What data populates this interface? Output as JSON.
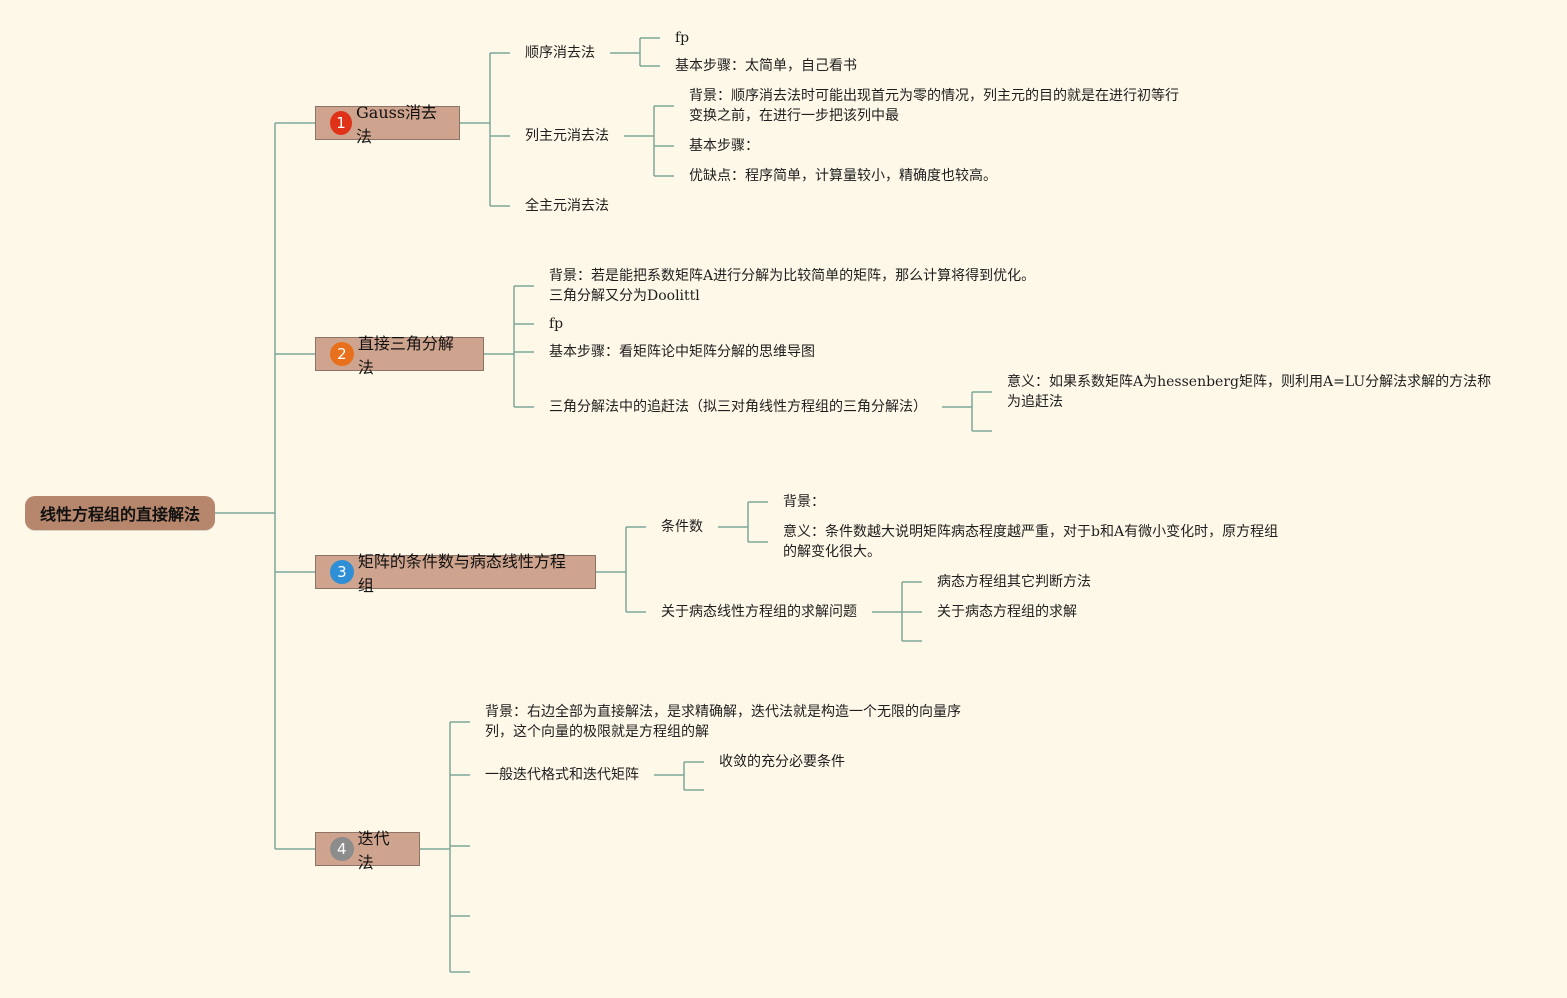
{
  "root": {
    "label": "线性方程组的直接解法"
  },
  "colors": {
    "root_fill": "#b7876d",
    "main_fill": "#cfa48e",
    "line": "#7fa79a",
    "badge1": "#e03218",
    "badge2": "#e8701c",
    "badge3": "#2f8fd6",
    "badge4": "#8c8c8c"
  },
  "branches": {
    "gauss": {
      "badge": "1",
      "label": "Gauss消去法",
      "seq": {
        "label": "顺序消去法",
        "fp": "fp",
        "steps": "基本步骤：太简单，自己看书"
      },
      "pivot": {
        "label": "列主元消去法",
        "background": "背景：顺序消去法时可能出现首元为零的情况，列主元的目的就是在进行初等行变换之前，在进行一步把该列中最",
        "steps": "基本步骤：",
        "pros": "优缺点：程序简单，计算量较小，精确度也较高。"
      },
      "full": {
        "label": "全主元消去法"
      }
    },
    "tri": {
      "badge": "2",
      "label": "直接三角分解法",
      "background": "背景：若是能把系数矩阵A进行分解为比较简单的矩阵，那么计算将得到优化。三角分解又分为Doolittl",
      "fp": "fp",
      "steps": "基本步骤：看矩阵论中矩阵分解的思维导图",
      "chase": {
        "label": "三角分解法中的追赶法（拟三对角线性方程组的三角分解法）",
        "meaning": "意义：如果系数矩阵A为hessenberg矩阵，则利用A=LU分解法求解的方法称为追赶法"
      }
    },
    "cond": {
      "badge": "3",
      "label": "矩阵的条件数与病态线性方程组",
      "number": {
        "label": "条件数",
        "background": "背景：",
        "meaning": "意义：条件数越大说明矩阵病态程度越严重，对于b和A有微小变化时，原方程组的解变化很大。"
      },
      "ill": {
        "label": "关于病态线性方程组的求解问题",
        "other": "病态方程组其它判断方法",
        "solve": "关于病态方程组的求解"
      }
    },
    "iter": {
      "badge": "4",
      "label": "迭代法",
      "background": "背景：右边全部为直接解法，是求精确解，迭代法就是构造一个无限的向量序列，这个向量的极限就是方程组的解",
      "general": {
        "label": "一般迭代格式和迭代矩阵",
        "conv": "收敛的充分必要条件"
      }
    }
  }
}
